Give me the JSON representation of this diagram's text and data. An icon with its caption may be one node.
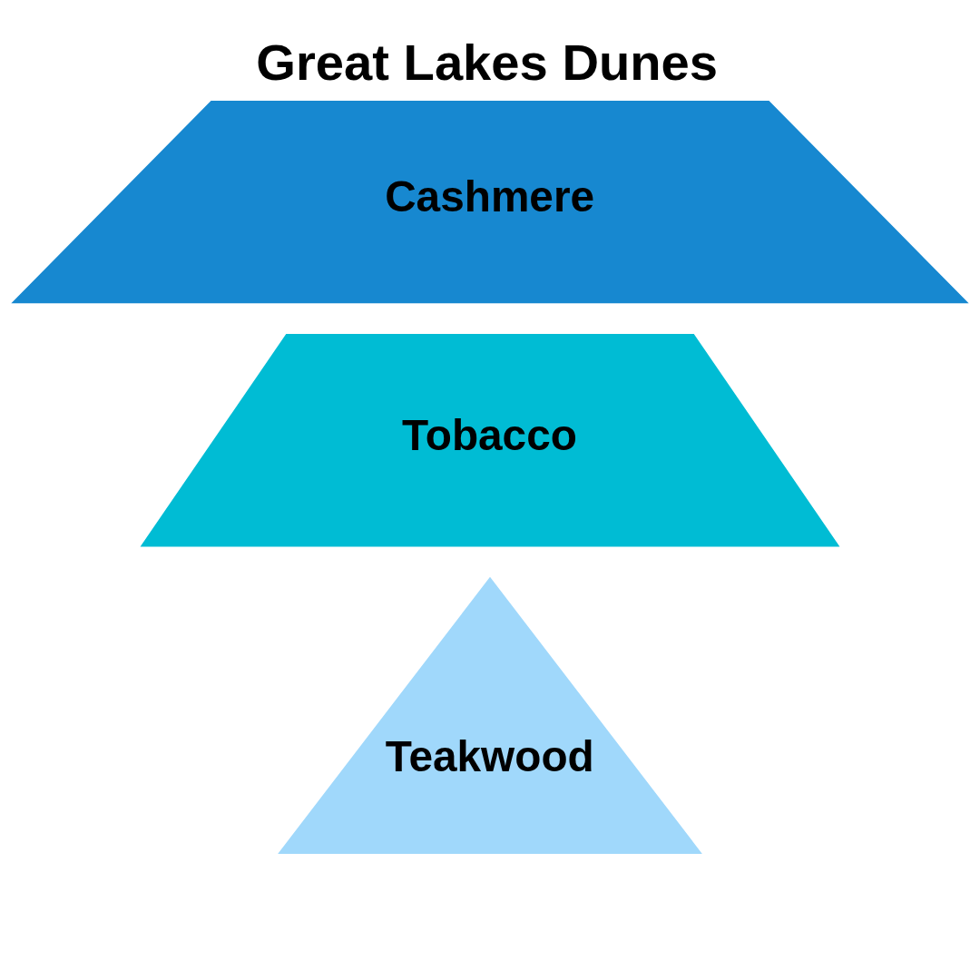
{
  "diagram": {
    "title": "Great Lakes Dunes",
    "nodes": [
      {
        "text": [
          "Teakwood"
        ]
      },
      {
        "text": [
          "Tobacco"
        ]
      },
      {
        "text": [
          "Cashmere"
        ]
      }
    ],
    "edges": []
  }
}
